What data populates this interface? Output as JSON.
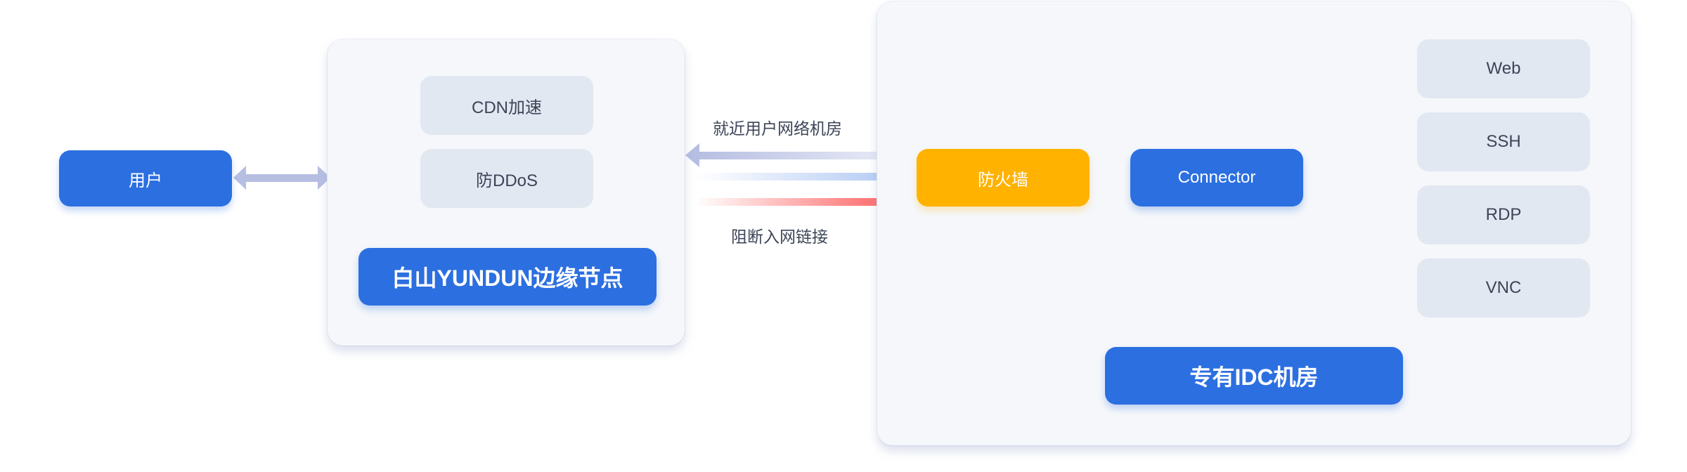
{
  "user": {
    "label": "用户"
  },
  "edge_node": {
    "services": [
      "CDN加速",
      "防DDoS"
    ],
    "title": "白山YUNDUN边缘节点"
  },
  "flows": {
    "nearby_label": "就近用户网络机房",
    "block_label": "阻断入网链接"
  },
  "idc": {
    "firewall_label": "防火墙",
    "connector_label": "Connector",
    "services": [
      "Web",
      "SSH",
      "RDP",
      "VNC"
    ],
    "title": "专有IDC机房"
  },
  "colors": {
    "primary_blue": "#2c6fe0",
    "firewall_orange": "#ffb200",
    "block_red": "#ff5a5a",
    "light_arrow": "#b6bee2"
  }
}
